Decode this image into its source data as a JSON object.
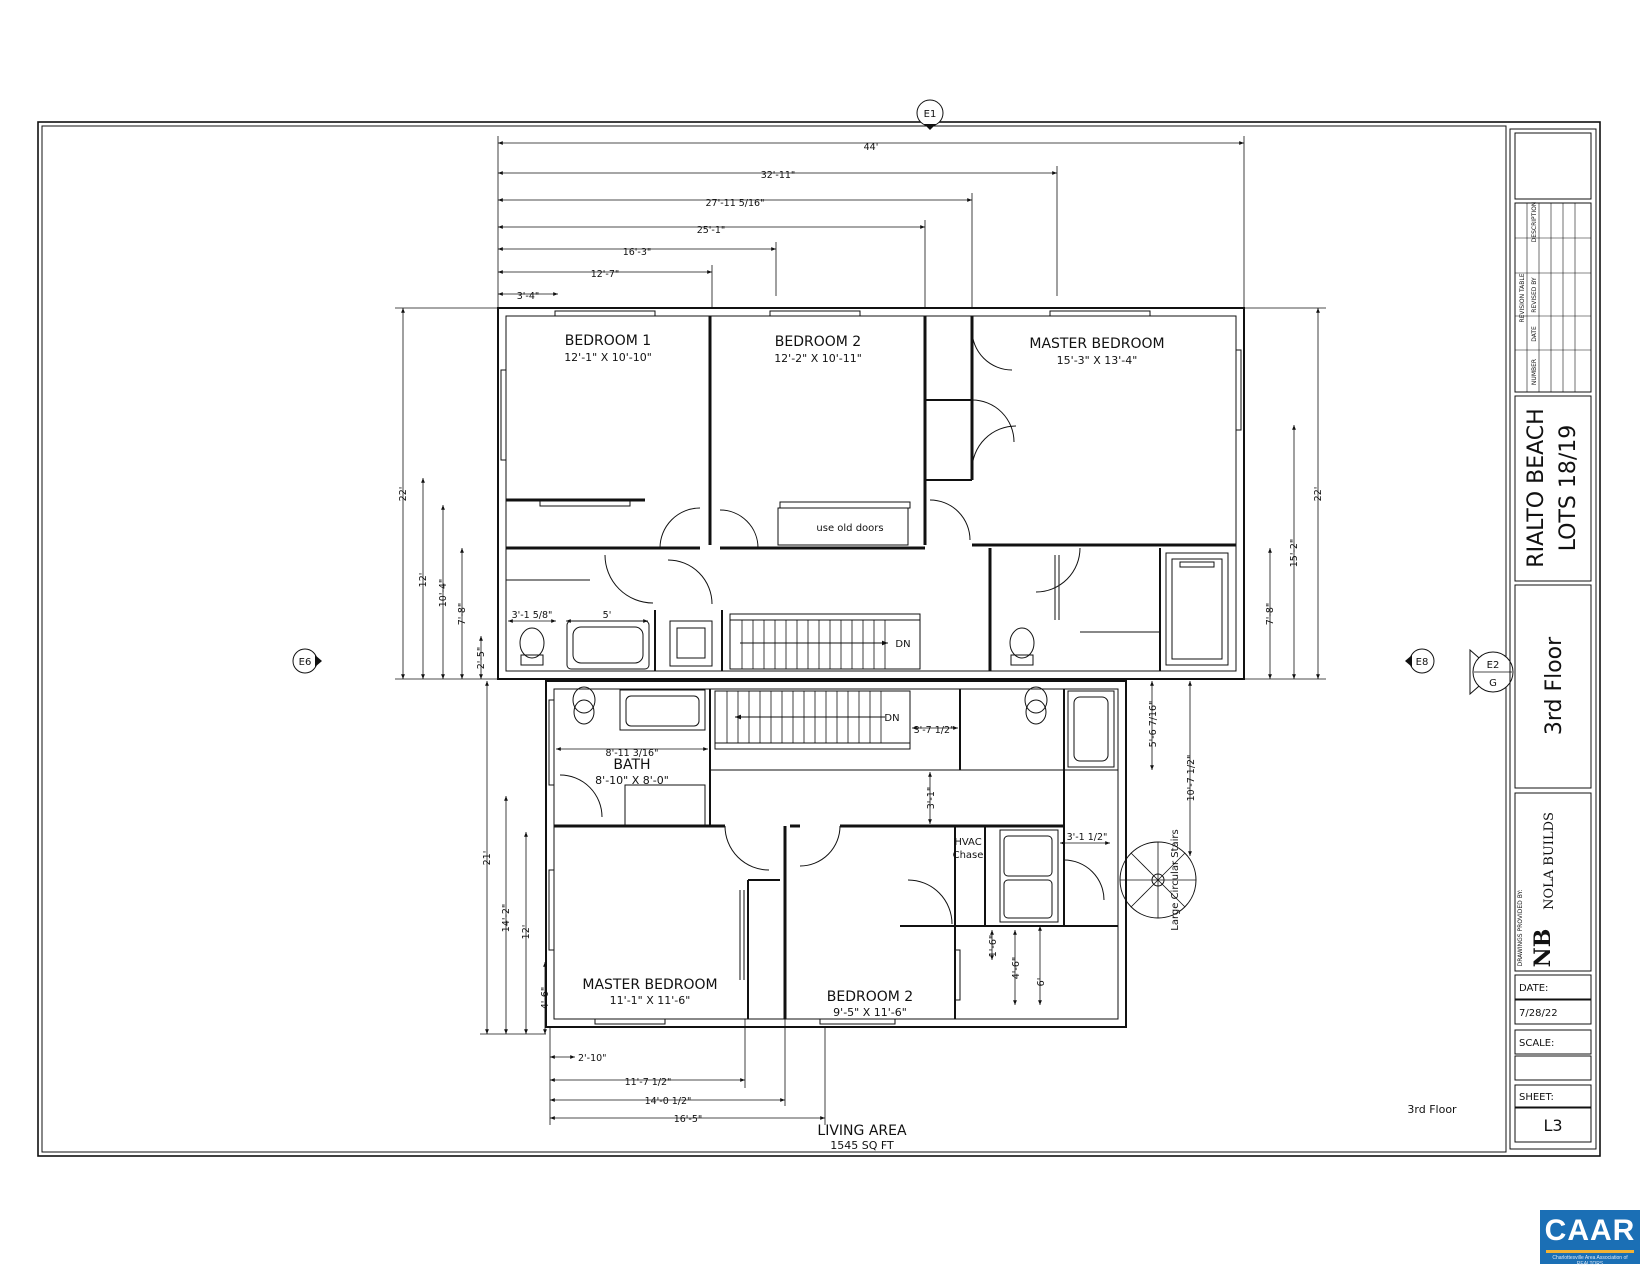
{
  "markers": {
    "e1": "E1",
    "e6": "E6",
    "e8": "E8",
    "e2": "E2",
    "e2_sub": "G"
  },
  "upper_block": {
    "rooms": [
      {
        "name": "BEDROOM 1",
        "dims": "12'-1\" X 10'-10\""
      },
      {
        "name": "BEDROOM 2",
        "dims": "12'-2\" X 10'-11\""
      },
      {
        "name": "MASTER BEDROOM",
        "dims": "15'-3\" X 13'-4\""
      }
    ],
    "note": "use old doors",
    "stair_label": "DN",
    "top_dims": [
      "44'",
      "32'-11\"",
      "27'-11 5/16\"",
      "25'-1\"",
      "16'-3\"",
      "12'-7\"",
      "3'-4\""
    ],
    "left_dims": [
      "22'",
      "12'",
      "10'-4\"",
      "7'-8\"",
      "2'-5\""
    ],
    "right_dims": [
      "22'",
      "15'-2\"",
      "7'-8\""
    ],
    "bath_dims": [
      "3'-1 5/8\"",
      "5'"
    ]
  },
  "lower_block": {
    "rooms": [
      {
        "name": "BATH",
        "dims": "8'-10\" X 8'-0\""
      },
      {
        "name": "MASTER BEDROOM",
        "dims": "11'-1\" X 11'-6\""
      },
      {
        "name": "BEDROOM 2",
        "dims": "9'-5\" X 11'-6\""
      }
    ],
    "stair_label": "DN",
    "hvac": "HVAC",
    "chase": "Chase",
    "stairs_note": "Large Circular Stairs",
    "inner_dims": [
      "8'-11 3/16\"",
      "3'-7 1/2\"",
      "3'-1\"",
      "5'-6 7/16\"",
      "10'-7 1/2\"",
      "3'-1 1/2\"",
      "1'-6\"",
      "4'-6\"",
      "6'"
    ],
    "left_dims": [
      "21'",
      "14'-2\"",
      "12'",
      "4'-6\""
    ],
    "bottom_dims": [
      "2'-10\"",
      "11'-7 1/2\"",
      "14'-0 1/2\"",
      "16'-5\""
    ]
  },
  "sheet_caption": "3rd Floor",
  "living_area": {
    "label": "LIVING AREA",
    "value": "1545 SQ FT"
  },
  "title_block": {
    "revision_table": {
      "title": "REVISION TABLE",
      "headers": [
        "NUMBER",
        "DATE",
        "REVISED BY",
        "DESCRIPTION"
      ]
    },
    "project_line1": "RIALTO BEACH",
    "project_line2": "LOTS 18/19",
    "sheet_title": "3rd Floor",
    "provided_by": "DRAWINGS PROVIDED BY:",
    "logo_text": "NOLA BUILDS",
    "date_label": "DATE:",
    "date_value": "7/28/22",
    "scale_label": "SCALE:",
    "scale_value": "",
    "sheet_label": "SHEET:",
    "sheet_value": "L3"
  },
  "badge": {
    "main": "CAAR",
    "sub": "Charlottesville Area Association of REALTORS"
  }
}
